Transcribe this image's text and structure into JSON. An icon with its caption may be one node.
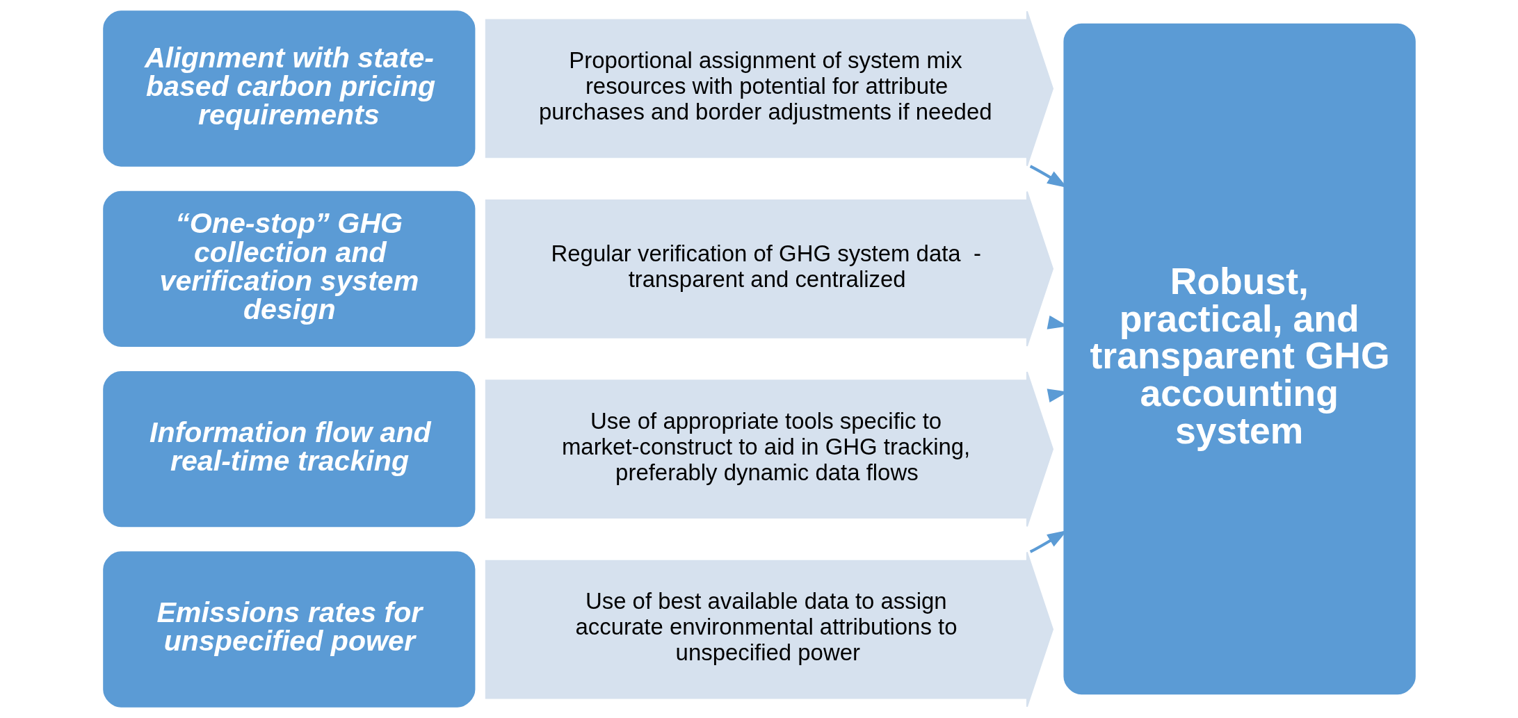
{
  "diagram": {
    "nodes": [
      {
        "text": [
          "Alignment with state-based carbon pricing requirements"
        ]
      },
      {
        "text": [
          "Proportional assignment of system mix resources with potential for attribute purchases and border adjustments if needed"
        ]
      },
      {
        "text": [
          "“One-stop” GHG collection and verification system design"
        ]
      },
      {
        "text": [
          "Regular verification of GHG system data  - transparent and centralized"
        ]
      },
      {
        "text": [
          "Information flow and real-time tracking"
        ]
      },
      {
        "text": [
          "Use of appropriate tools specific to market-construct to aid in GHG tracking, preferably dynamic data flows"
        ]
      },
      {
        "text": [
          "Emissions rates for unspecified power"
        ]
      },
      {
        "text": [
          "Use of best available data to assign accurate environmental attributions to unspecified power"
        ]
      },
      {
        "text": [
          "Robust, practical, and transparent GHG accounting system"
        ]
      }
    ],
    "edges": [
      {
        "from": 1,
        "to": 8,
        "arrow": "to"
      },
      {
        "from": 3,
        "to": 8,
        "arrow": "to"
      },
      {
        "from": 5,
        "to": 8,
        "arrow": "to"
      },
      {
        "from": 7,
        "to": 8,
        "arrow": "to"
      }
    ]
  }
}
